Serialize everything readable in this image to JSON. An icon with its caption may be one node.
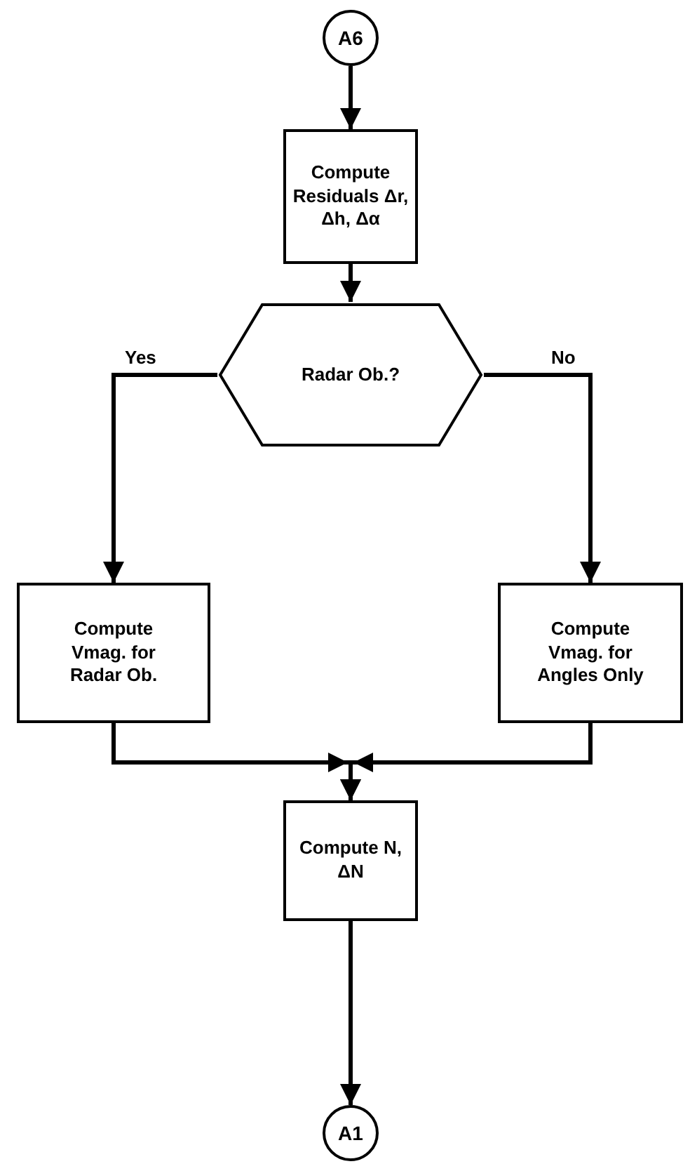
{
  "diagram": {
    "nodes": [
      {
        "text": [
          "A6"
        ]
      },
      {
        "text": [
          "Compute Residuals Δr, Δh, Δα"
        ]
      },
      {
        "text": [
          "Radar Ob.?"
        ]
      },
      {
        "text": [
          "Compute Vmag. for Radar Ob."
        ]
      },
      {
        "text": [
          "Compute Vmag. for Angles Only"
        ]
      },
      {
        "text": [
          "Compute N, ΔN"
        ]
      },
      {
        "text": [
          "A1"
        ]
      }
    ],
    "edges": [
      {
        "from": 0,
        "to": 1,
        "arrow": "to"
      },
      {
        "from": 1,
        "to": 2,
        "arrow": "to"
      },
      {
        "from": 2,
        "to": 3,
        "arrow": "to",
        "label": "Yes"
      },
      {
        "from": 2,
        "to": 4,
        "arrow": "to",
        "label": "No"
      },
      {
        "from": 3,
        "to": 5,
        "arrow": "to"
      },
      {
        "from": 4,
        "to": 5,
        "arrow": "to"
      },
      {
        "from": 5,
        "to": 6,
        "arrow": "to"
      }
    ]
  }
}
